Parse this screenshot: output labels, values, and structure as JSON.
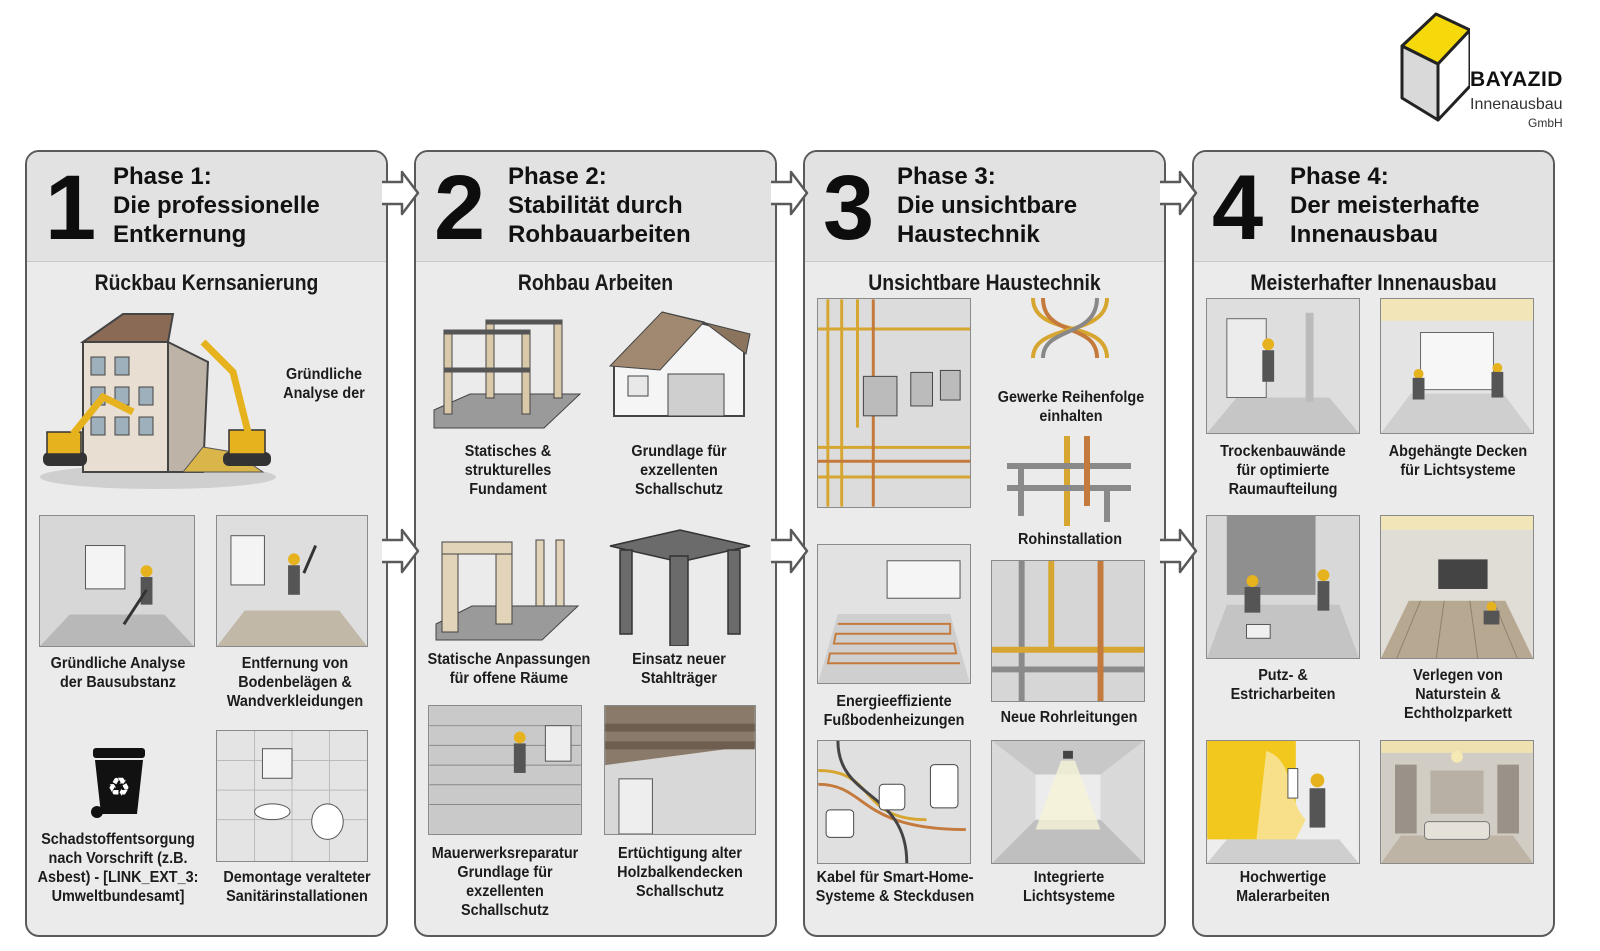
{
  "logo": {
    "name": "BAYAZID",
    "line1": "Innenausbau",
    "line2": "GmbH"
  },
  "phases": [
    {
      "number": "1",
      "title_line1": "Phase 1:",
      "title_line2": "Die professionelle",
      "title_line3": "Entkernung",
      "subtitle": "Rückbau Kernsanierung",
      "hero_caption_line1": "Gründliche",
      "hero_caption_line2": "Analyse der",
      "items": [
        {
          "caption": [
            "Gründliche Analyse",
            "der Bausubstanz"
          ]
        },
        {
          "caption": [
            "Entfernung von",
            "Bodenbelägen &",
            "Wandverkleidungen"
          ]
        },
        {
          "caption": [
            "Schadstoffentsorgung",
            "nach Vorschrift (z.B.",
            "Asbest) - [LINK_EXT_3:",
            "Umweltbundesamt]"
          ]
        },
        {
          "caption": [
            "Demontage veralteter",
            "Sanitärinstallationen"
          ]
        }
      ]
    },
    {
      "number": "2",
      "title_line1": "Phase 2:",
      "title_line2": "Stabilität durch",
      "title_line3": "Rohbauarbeiten",
      "subtitle": "Rohbau Arbeiten",
      "items": [
        {
          "caption": [
            "Statisches &",
            "strukturelles",
            "Fundament"
          ]
        },
        {
          "caption": [
            "Grundlage für",
            "exzellenten",
            "Schallschutz"
          ]
        },
        {
          "caption": [
            "Statische Anpassungen",
            "für offene Räume"
          ]
        },
        {
          "caption": [
            "Einsatz neuer",
            "Stahlträger"
          ]
        },
        {
          "caption": [
            "Mauerwerksreparatur",
            "Grundlage für",
            "exzellenten",
            "Schallschutz"
          ]
        },
        {
          "caption": [
            "Ertüchtigung alter",
            "Holzbalkendecken",
            "Schallschutz"
          ]
        }
      ]
    },
    {
      "number": "3",
      "title_line1": "Phase 3:",
      "title_line2": "Die unsichtbare",
      "title_line3": "Haustechnik",
      "subtitle": "Unsichtbare Haustechnik",
      "items": [
        {
          "caption": [
            "Gewerke Reihenfolge",
            "einhalten"
          ]
        },
        {
          "caption": [
            "Rohinstallation"
          ]
        },
        {
          "caption": [
            "Energieeffiziente",
            "Fußbodenheizungen"
          ]
        },
        {
          "caption": [
            "Neue Rohrleitungen"
          ]
        },
        {
          "caption": [
            "Kabel für Smart-Home-",
            "Systeme & Steckdusen"
          ]
        },
        {
          "caption": [
            "Integrierte",
            "Lichtsysteme"
          ]
        }
      ]
    },
    {
      "number": "4",
      "title_line1": "Phase 4:",
      "title_line2": "Der meisterhafte",
      "title_line3": "Innenausbau",
      "subtitle": "Meisterhafter Innenausbau",
      "items": [
        {
          "caption": [
            "Trockenbauwände",
            "für optimierte",
            "Raumaufteilung"
          ]
        },
        {
          "caption": [
            "Abgehängte Decken",
            "für Lichtsysteme"
          ]
        },
        {
          "caption": [
            "Putz- &",
            "Estricharbeiten"
          ]
        },
        {
          "caption": [
            "Verlegen von",
            "Naturstein &",
            "Echtholzparkett"
          ]
        },
        {
          "caption": [
            "Hochwertige",
            "Malerarbeiten"
          ]
        }
      ]
    }
  ],
  "colors": {
    "accent_yellow": "#f2c81e",
    "pipe_gold": "#d6a630",
    "pipe_copper": "#c47a3c",
    "panel_bg": "#ebebeb",
    "border": "#5a5a5a"
  }
}
